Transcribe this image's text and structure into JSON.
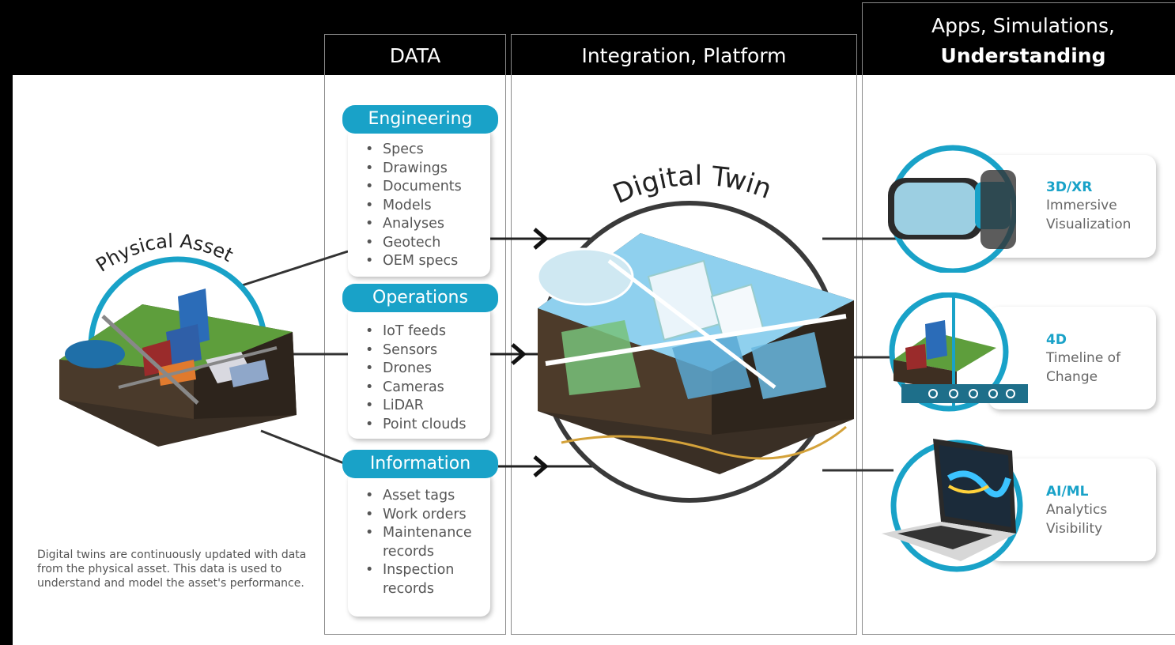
{
  "columns": {
    "data": "DATA",
    "integration": "Integration, Platform",
    "apps_line1": "Apps, Simulations,",
    "apps_line2": "Understanding"
  },
  "physical_asset": {
    "label": "Physical Asset"
  },
  "digital_twin": {
    "label": "Digital Twin"
  },
  "data_groups": [
    {
      "title": "Engineering",
      "items": [
        "Specs",
        "Drawings",
        "Documents",
        "Models",
        "Analyses",
        "Geotech",
        "OEM specs"
      ]
    },
    {
      "title": "Operations",
      "items": [
        "IoT feeds",
        "Sensors",
        "Drones",
        "Cameras",
        "LiDAR",
        "Point clouds"
      ]
    },
    {
      "title": "Information",
      "items": [
        "Asset tags",
        "Work orders",
        "Maintenance",
        "records",
        "Inspection",
        "records"
      ]
    }
  ],
  "apps": [
    {
      "title": "3D/XR",
      "line1": "Immersive",
      "line2": "Visualization",
      "icon": "vr-headset-icon"
    },
    {
      "title": "4D",
      "line1": "Timeline of",
      "line2": "Change",
      "icon": "timeline-icon"
    },
    {
      "title": "AI/ML",
      "line1": "Analytics",
      "line2": "Visibility",
      "icon": "laptop-icon"
    }
  ],
  "note": {
    "line1": "Digital twins are continuously updated with data",
    "line2": "from the physical asset. This data is used to",
    "line3": "understand and model the asset's performance."
  },
  "colors": {
    "accent": "#19a2c8",
    "header": "#000000",
    "border": "#8a8a8a",
    "text": "#555555"
  }
}
